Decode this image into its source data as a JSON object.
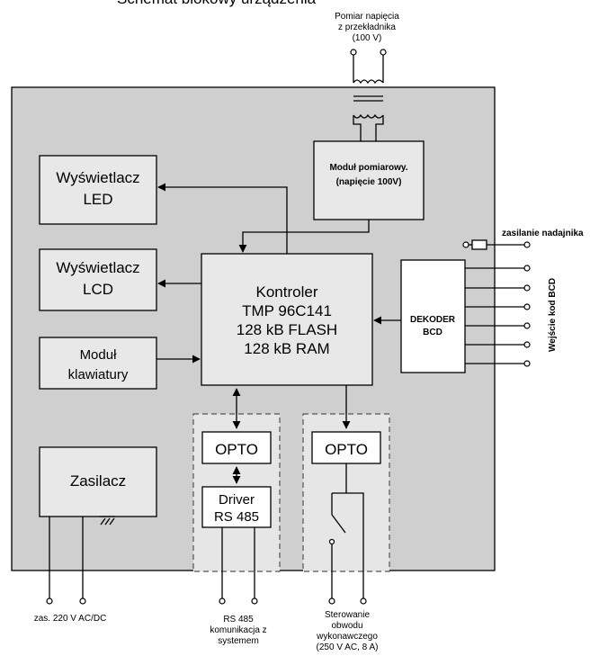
{
  "top_clipped_text": "Schemat blokowy urządzenia",
  "measurement_input": [
    "Pomiar napięcia",
    "z przekładnika",
    "(100 V)"
  ],
  "measure_module": [
    "Moduł pomiarowy.",
    "(napięcie 100V)"
  ],
  "led_display": [
    "Wyświetlacz",
    "LED"
  ],
  "lcd_display": [
    "Wyświetlacz",
    "LCD"
  ],
  "keyboard_module": [
    "Moduł",
    "klawiatury"
  ],
  "controller": [
    "Kontroler",
    "TMP 96C141",
    "128 kB FLASH",
    "128 kB RAM"
  ],
  "bcd_decoder": [
    "DEKODER",
    "BCD"
  ],
  "transmitter_power": "zasilanie nadajnika",
  "bcd_input": "Wejście kod BCD",
  "opto_left": "OPTO",
  "opto_right": "OPTO",
  "driver": [
    "Driver",
    "RS 485"
  ],
  "power_supply": "Zasilacz",
  "power_caption": "zas. 220 V AC/DC",
  "rs485_caption": [
    "RS 485",
    "komunikacja z",
    "systemem"
  ],
  "control_caption": [
    "Sterowanie",
    "obwodu",
    "wykonawczego",
    "(250 V AC, 8 A)"
  ]
}
